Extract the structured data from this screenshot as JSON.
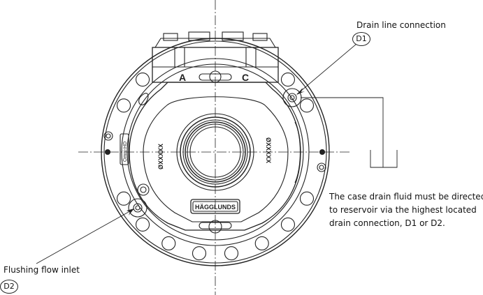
{
  "labels": {
    "drain_line": "Drain line connection",
    "d1": "D1",
    "flushing": "Flushing flow inlet",
    "d2": "D2"
  },
  "note": {
    "lines": [
      "The case drain fluid must be directed",
      "to reservoir via the highest located",
      "drain connection, D1 or D2."
    ]
  },
  "motor": {
    "port_a": "A",
    "port_c": "C",
    "dim_left": "ØXXXXX",
    "dim_right": "ØXXXXX",
    "brand": "HÄGGLUNDS",
    "model": "Omni-HD"
  }
}
